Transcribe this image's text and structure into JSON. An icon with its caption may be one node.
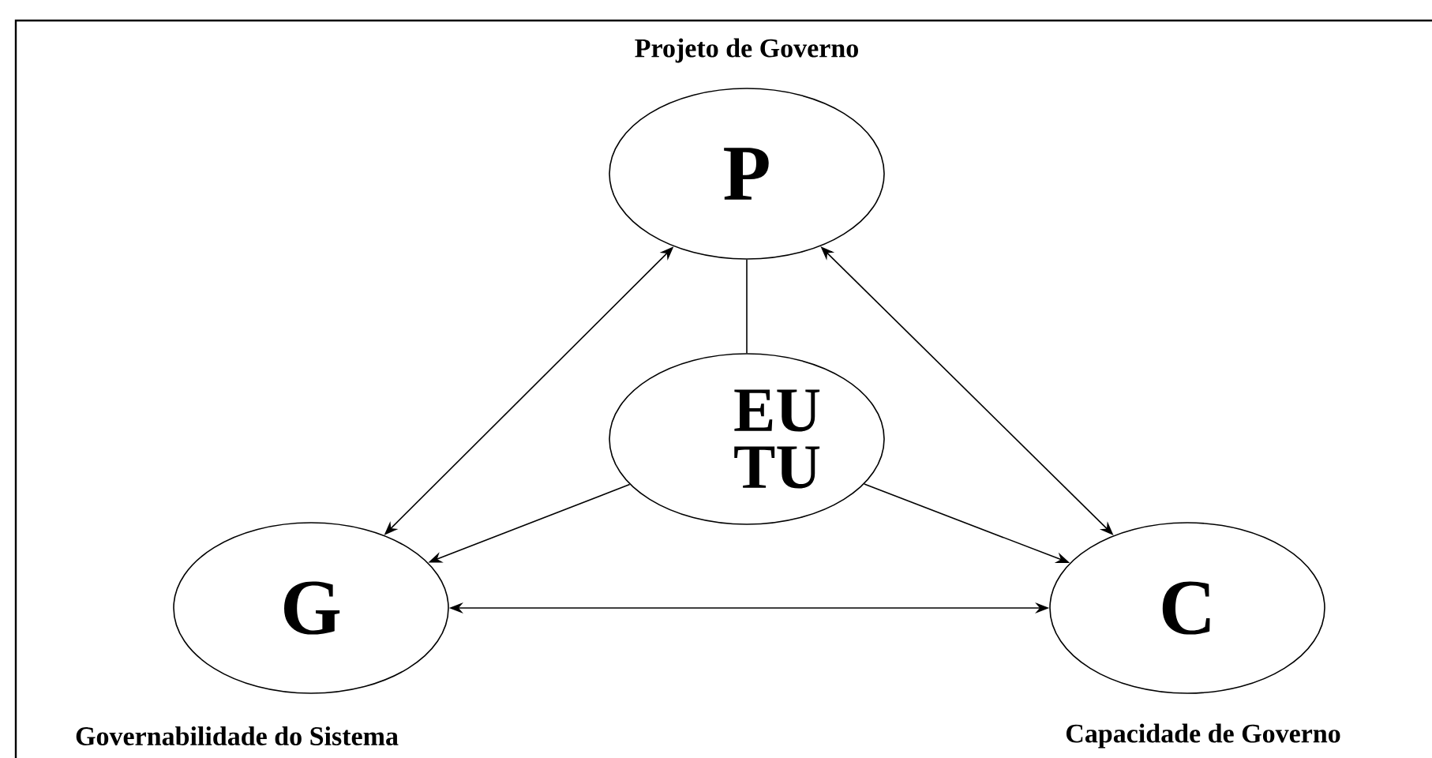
{
  "diagram": {
    "nodes": [
      {
        "text": [
          "P"
        ],
        "beside": [
          "Projeto de Governo"
        ]
      },
      {
        "text": [
          "EU TU"
        ]
      },
      {
        "text": [
          "G"
        ],
        "beside": [
          "Governabilidade do Sistema"
        ]
      },
      {
        "text": [
          "C"
        ],
        "beside": [
          "Capacidade de Governo"
        ]
      }
    ],
    "edges": [
      {
        "from": 2,
        "to": 0,
        "arrow": "both"
      },
      {
        "from": 0,
        "to": 3,
        "arrow": "both"
      },
      {
        "from": 1,
        "to": 0,
        "arrow": "none"
      },
      {
        "from": 1,
        "to": 2,
        "arrow": "to"
      },
      {
        "from": 1,
        "to": 3,
        "arrow": "to"
      },
      {
        "from": 2,
        "to": 3,
        "arrow": "both"
      }
    ]
  }
}
